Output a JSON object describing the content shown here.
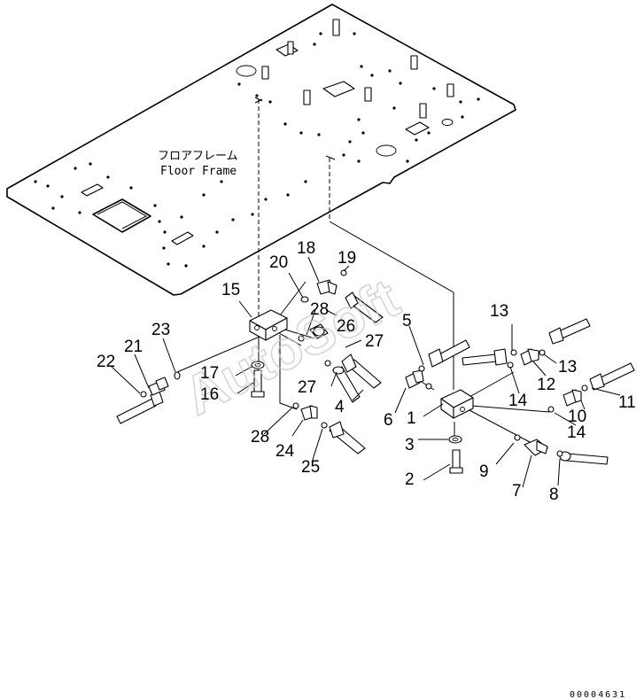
{
  "diagram": {
    "frame_label_jp": "フロアフレーム",
    "frame_label_en": "Floor Frame",
    "watermark": "AutoSoft",
    "drawing_code": "00004631",
    "callouts": [
      {
        "id": "c1",
        "text": "1"
      },
      {
        "id": "c2",
        "text": "2"
      },
      {
        "id": "c3",
        "text": "3"
      },
      {
        "id": "c4",
        "text": "4"
      },
      {
        "id": "c5",
        "text": "5"
      },
      {
        "id": "c6",
        "text": "6"
      },
      {
        "id": "c7",
        "text": "7"
      },
      {
        "id": "c8",
        "text": "8"
      },
      {
        "id": "c9",
        "text": "9"
      },
      {
        "id": "c10",
        "text": "10"
      },
      {
        "id": "c11",
        "text": "11"
      },
      {
        "id": "c12",
        "text": "12"
      },
      {
        "id": "c13a",
        "text": "13"
      },
      {
        "id": "c13b",
        "text": "13"
      },
      {
        "id": "c14a",
        "text": "14"
      },
      {
        "id": "c14b",
        "text": "14"
      },
      {
        "id": "c15",
        "text": "15"
      },
      {
        "id": "c16",
        "text": "16"
      },
      {
        "id": "c17",
        "text": "17"
      },
      {
        "id": "c18",
        "text": "18"
      },
      {
        "id": "c19",
        "text": "19"
      },
      {
        "id": "c20",
        "text": "20"
      },
      {
        "id": "c21",
        "text": "21"
      },
      {
        "id": "c22",
        "text": "22"
      },
      {
        "id": "c23",
        "text": "23"
      },
      {
        "id": "c24",
        "text": "24"
      },
      {
        "id": "c25",
        "text": "25"
      },
      {
        "id": "c26",
        "text": "26"
      },
      {
        "id": "c27a",
        "text": "27"
      },
      {
        "id": "c27b",
        "text": "27"
      },
      {
        "id": "c28a",
        "text": "28"
      },
      {
        "id": "c28b",
        "text": "28"
      }
    ]
  }
}
